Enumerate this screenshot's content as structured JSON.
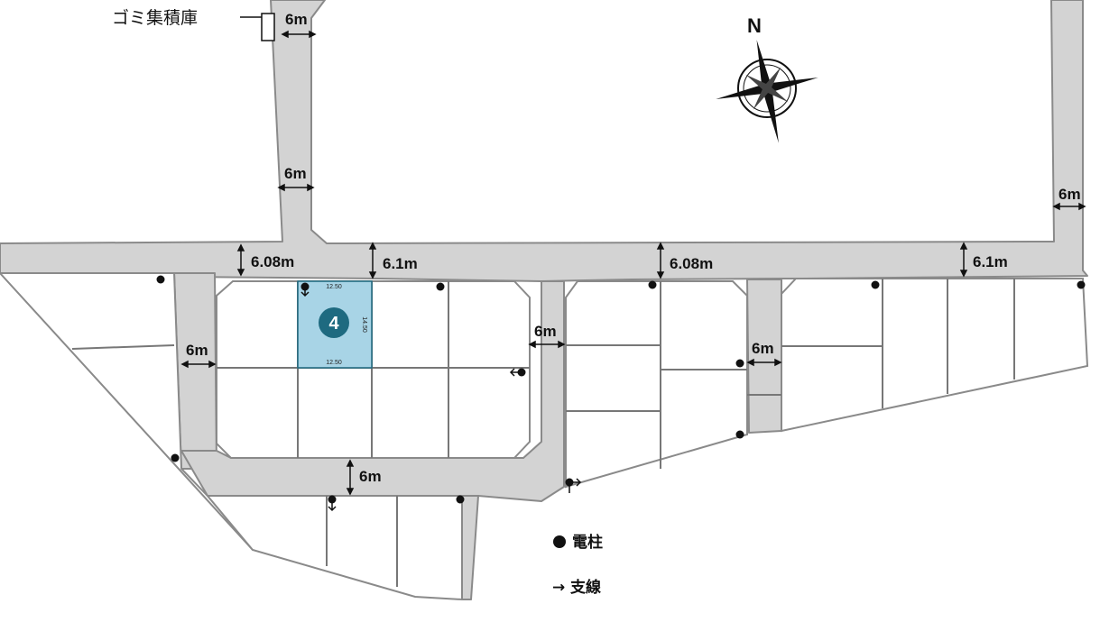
{
  "labels": {
    "garbage_station": "ゴミ集積庫",
    "north": "N",
    "dim_6m": "6m",
    "dim_608": "6.08m",
    "dim_61": "6.1m",
    "lot_number": "4",
    "lot_width_top": "12.50",
    "lot_width_bottom": "12.50",
    "lot_depth": "14.50"
  },
  "legend": {
    "pole_label": "電柱",
    "guy_label": "支線",
    "arrow": "→"
  },
  "colors": {
    "road": "#d3d3d3",
    "road_edge": "#8a8a8a",
    "highlight_lot": "#a8d4e6",
    "badge": "#1e6a80",
    "lines": "#777777"
  }
}
